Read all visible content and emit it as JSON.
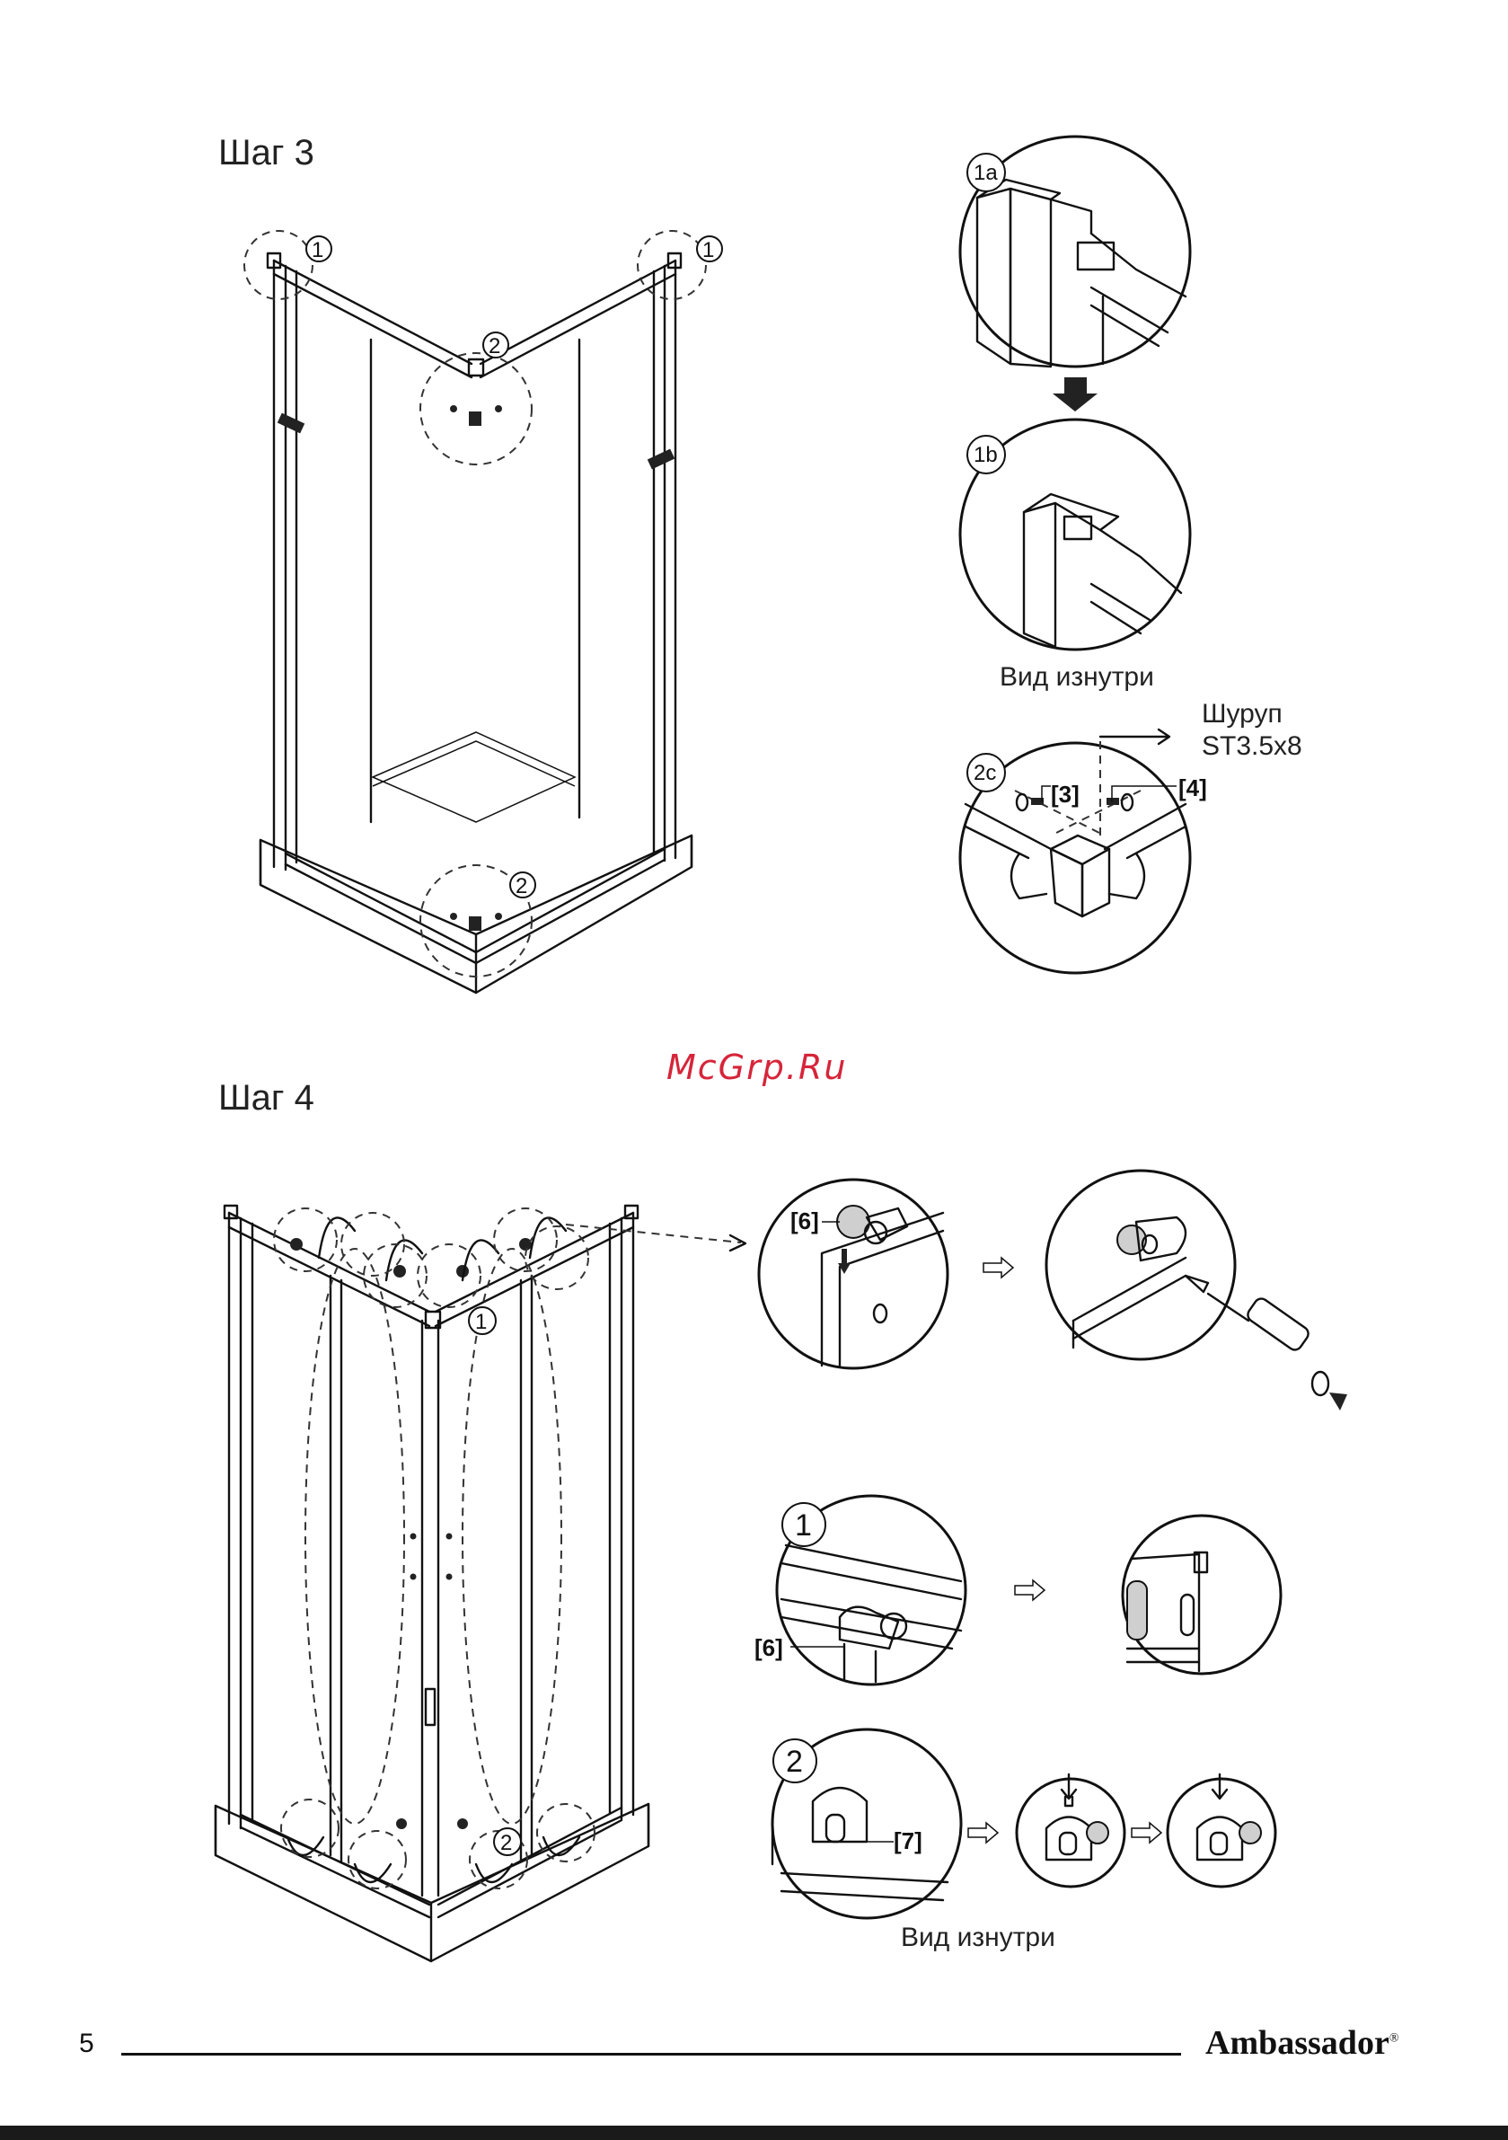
{
  "step3": {
    "title": "Шаг 3",
    "callouts": [
      "1",
      "1",
      "2",
      "2"
    ],
    "detail_1a": "1a",
    "detail_1b": "1b",
    "view_inside": "Вид изнутри",
    "detail_2c": "2c",
    "screw_label_line1": "Шуруп",
    "screw_label_line2": "ST3.5x8",
    "part_3": "[3]",
    "part_4": "[4]"
  },
  "watermark": "McGrp.Ru",
  "step4": {
    "title": "Шаг 4",
    "callout_1": "1",
    "callout_2": "2",
    "part_6_top": "[6]",
    "detail_1": "1",
    "part_6_detail": "[6]",
    "detail_2": "2",
    "part_7": "[7]",
    "view_inside": "Вид изнутри"
  },
  "footer": {
    "page_number": "5",
    "brand": "Ambassador",
    "brand_mark": "®"
  }
}
